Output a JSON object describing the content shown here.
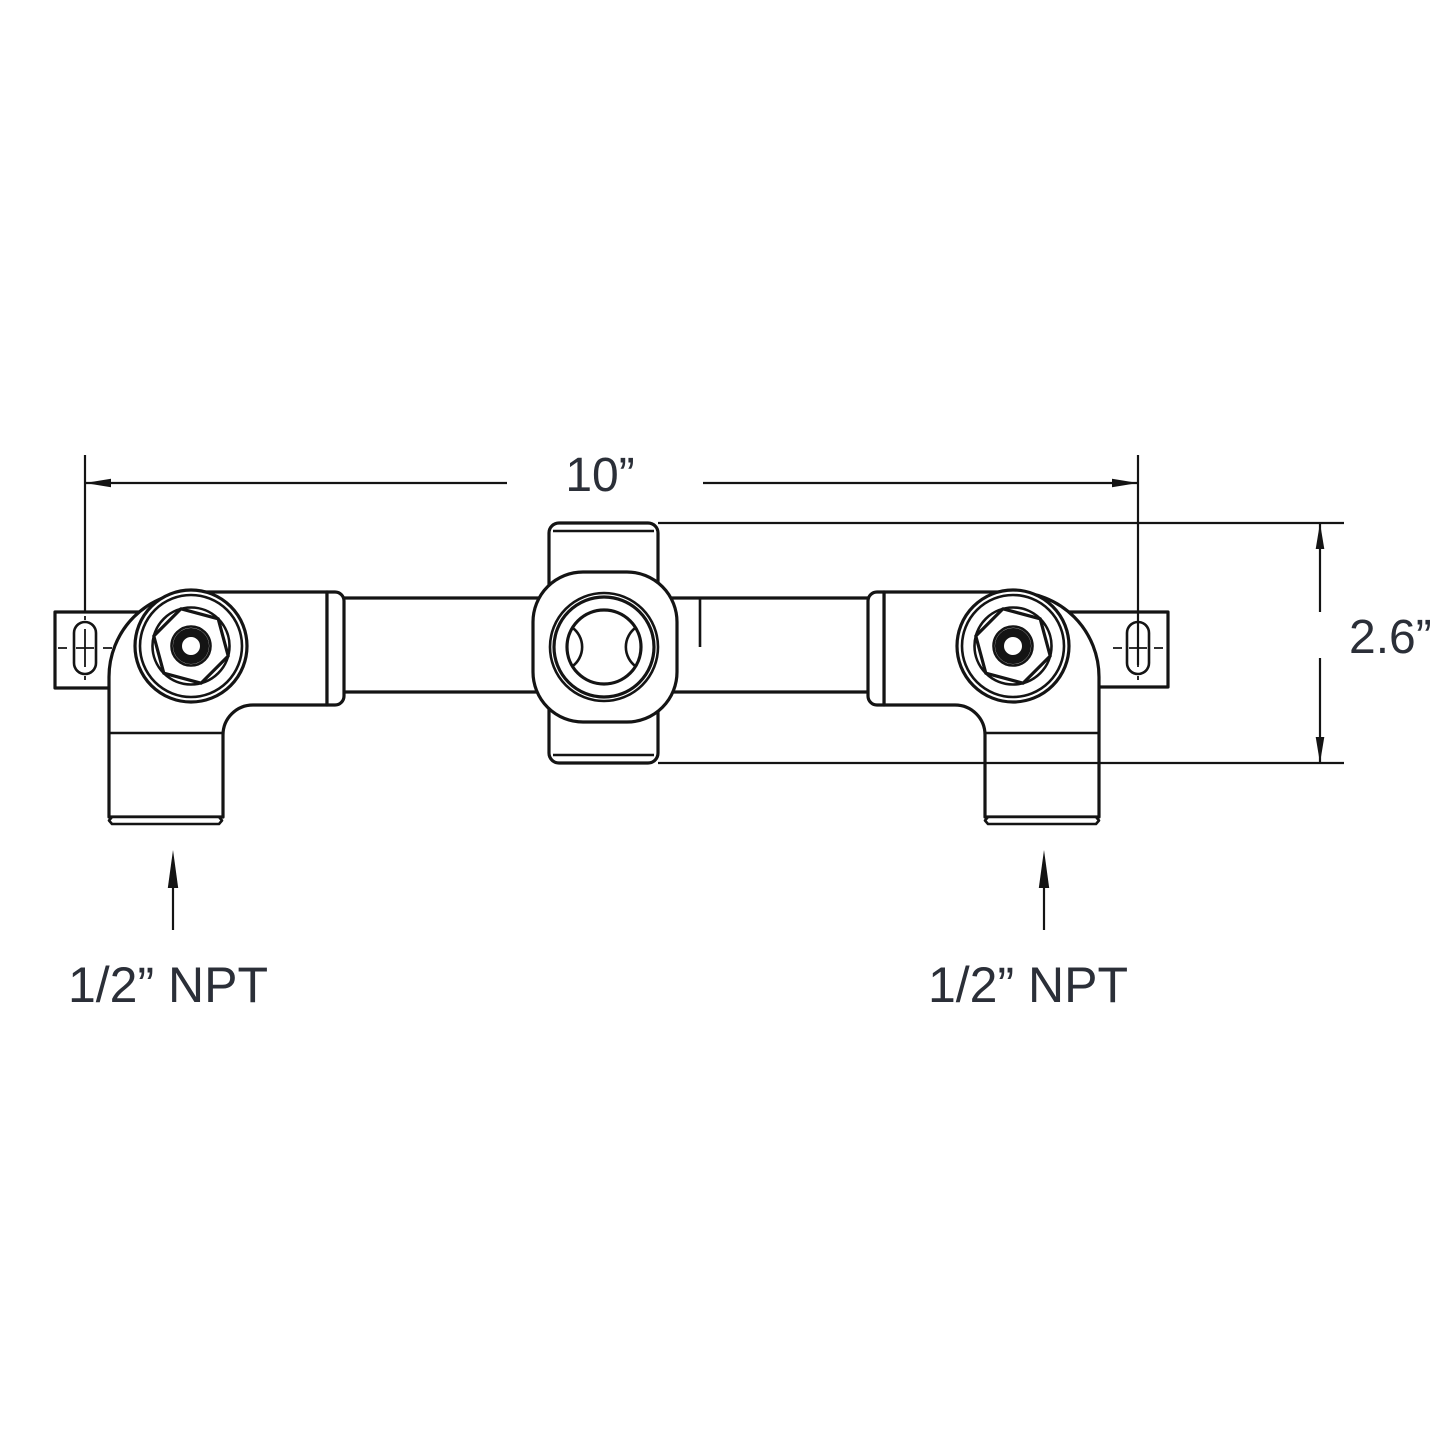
{
  "drawing": {
    "width_dimension": "10”",
    "height_dimension": "2.6”",
    "left_inlet": "1/2” NPT",
    "right_inlet": "1/2” NPT"
  },
  "colors": {
    "line": "#141414",
    "text": "#2b2f38",
    "background": "#ffffff"
  }
}
